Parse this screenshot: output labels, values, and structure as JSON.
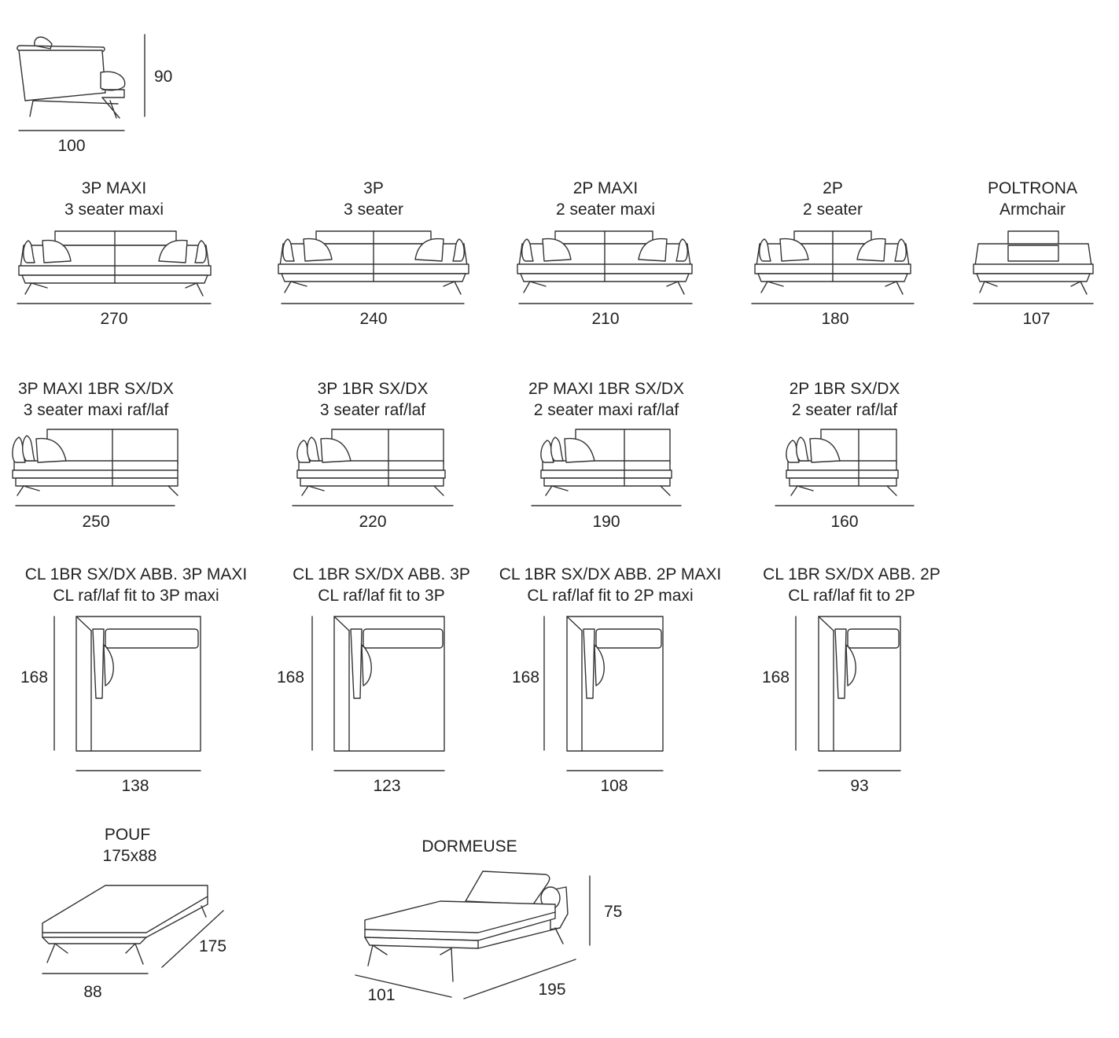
{
  "colors": {
    "line": "#333333",
    "text": "#222222",
    "background": "#ffffff"
  },
  "side_view": {
    "height": "90",
    "depth": "100"
  },
  "sofas": [
    {
      "code": "3P MAXI",
      "name": "3 seater maxi",
      "width": "270"
    },
    {
      "code": "3P",
      "name": "3 seater",
      "width": "240"
    },
    {
      "code": "2P MAXI",
      "name": "2 seater maxi",
      "width": "210"
    },
    {
      "code": "2P",
      "name": "2 seater",
      "width": "180"
    },
    {
      "code": "POLTRONA",
      "name": "Armchair",
      "width": "107"
    }
  ],
  "arm_modules": [
    {
      "code": "3P MAXI 1BR SX/DX",
      "name": "3 seater maxi raf/laf",
      "width": "250"
    },
    {
      "code": "3P 1BR SX/DX",
      "name": "3 seater raf/laf",
      "width": "220"
    },
    {
      "code": "2P MAXI 1BR SX/DX",
      "name": "2 seater maxi raf/laf",
      "width": "190"
    },
    {
      "code": "2P 1BR SX/DX",
      "name": "2 seater raf/laf",
      "width": "160"
    }
  ],
  "chaise_modules": [
    {
      "code": "CL 1BR SX/DX ABB. 3P MAXI",
      "name": "CL raf/laf fit to 3P maxi",
      "depth": "168",
      "width": "138"
    },
    {
      "code": "CL 1BR SX/DX ABB. 3P",
      "name": "CL raf/laf fit to 3P",
      "depth": "168",
      "width": "123"
    },
    {
      "code": "CL 1BR SX/DX ABB. 2P MAXI",
      "name": "CL raf/laf fit to 2P maxi",
      "depth": "168",
      "width": "108"
    },
    {
      "code": "CL 1BR SX/DX ABB. 2P",
      "name": "CL raf/laf fit to 2P",
      "depth": "168",
      "width": "93"
    }
  ],
  "pouf": {
    "code": "POUF",
    "size": "175x88",
    "width": "88",
    "length": "175"
  },
  "dormeuse": {
    "code": "DORMEUSE",
    "height": "75",
    "width": "101",
    "length": "195"
  }
}
